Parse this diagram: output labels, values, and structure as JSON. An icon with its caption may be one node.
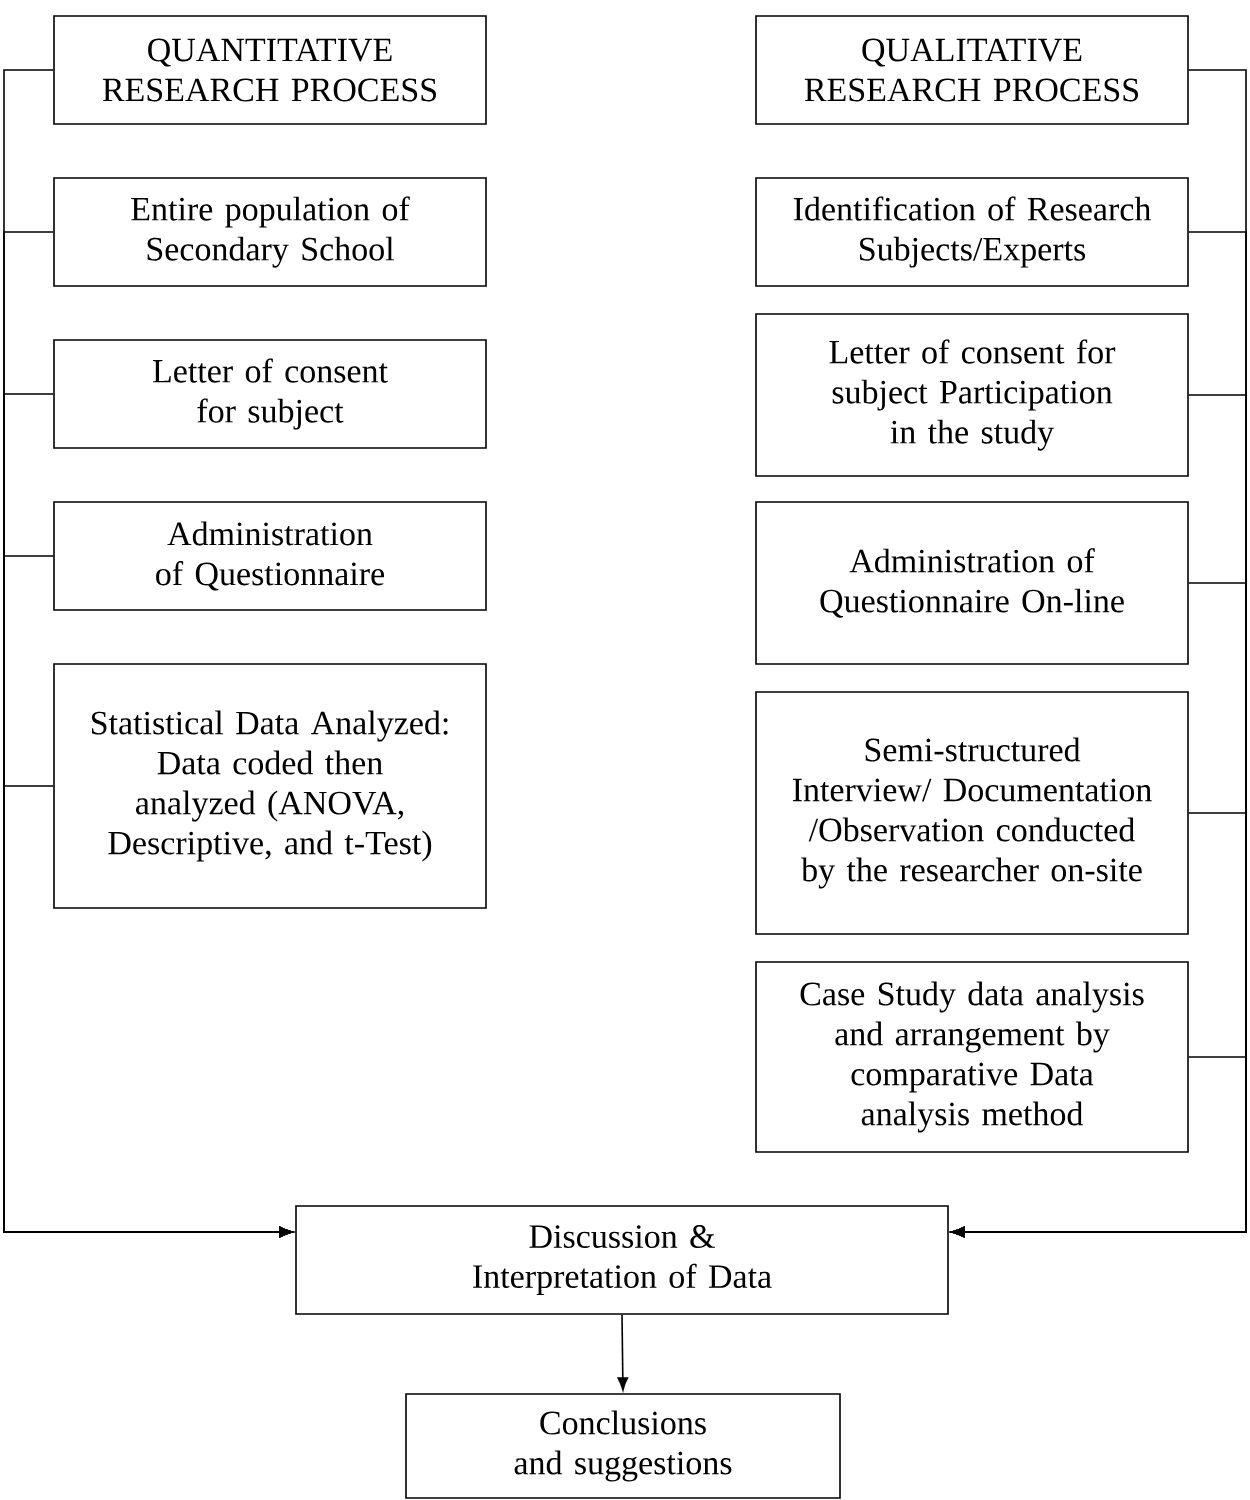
{
  "diagram": {
    "nodes": [
      {
        "text": [
          "QUANTITATIVE RESEARCH PROCESS"
        ]
      },
      {
        "text": [
          "Entire population of Secondary School"
        ]
      },
      {
        "text": [
          "Letter of consent for subject"
        ]
      },
      {
        "text": [
          "Administration of Questionnaire"
        ]
      },
      {
        "text": [
          "Statistical Data Analyzed: Data coded then analyzed (ANOVA, Descriptive, and t-Test)"
        ]
      },
      {
        "text": [
          "QUALITATIVE RESEARCH PROCESS"
        ]
      },
      {
        "text": [
          "Identification of Research Subjects/Experts"
        ]
      },
      {
        "text": [
          "Letter of consent for subject Participation in the study"
        ]
      },
      {
        "text": [
          "Administration of Questionnaire On-line"
        ]
      },
      {
        "text": [
          "Semi-structured Interview/ Documentation /Observation conducted by the researcher on-site"
        ]
      },
      {
        "text": [
          "Case Study data analysis and arrangement by comparative Data analysis method"
        ]
      },
      {
        "text": [
          "Discussion & Interpretation of Data"
        ]
      },
      {
        "text": [
          "Conclusions and suggestions"
        ]
      }
    ],
    "edges": [
      {
        "from": 0,
        "to": 11,
        "arrow": "to"
      },
      {
        "from": 1,
        "to": 11,
        "arrow": "to"
      },
      {
        "from": 2,
        "to": 11,
        "arrow": "to"
      },
      {
        "from": 3,
        "to": 11,
        "arrow": "to"
      },
      {
        "from": 4,
        "to": 11,
        "arrow": "to"
      },
      {
        "from": 5,
        "to": 11,
        "arrow": "to"
      },
      {
        "from": 6,
        "to": 11,
        "arrow": "to"
      },
      {
        "from": 7,
        "to": 11,
        "arrow": "to"
      },
      {
        "from": 8,
        "to": 11,
        "arrow": "to"
      },
      {
        "from": 9,
        "to": 11,
        "arrow": "to"
      },
      {
        "from": 10,
        "to": 11,
        "arrow": "to"
      },
      {
        "from": 11,
        "to": 12,
        "arrow": "to"
      }
    ]
  }
}
